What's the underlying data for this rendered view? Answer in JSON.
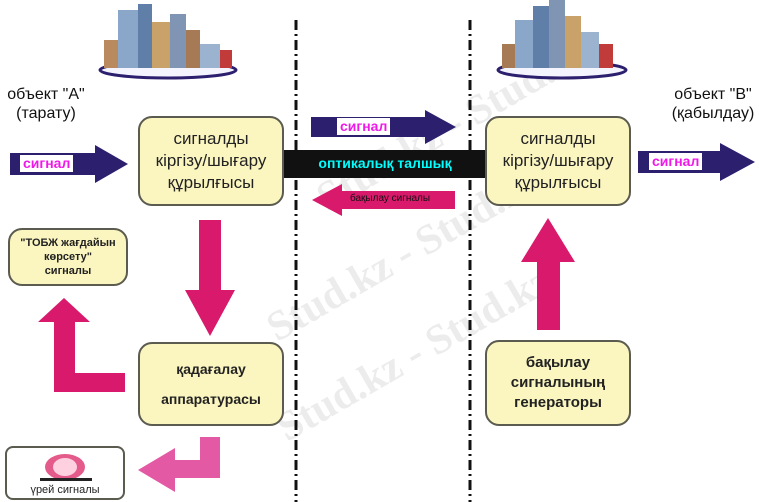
{
  "object_a": {
    "title": "объект \"А\"",
    "subtitle": "(тарату)"
  },
  "object_b": {
    "title": "объект \"В\"",
    "subtitle": "(қабылдау)"
  },
  "left_device": {
    "line1": "сигналды",
    "line2": "кіргізу/шығару",
    "line3": "құрылғысы"
  },
  "right_device": {
    "line1": "сигналды",
    "line2": "кіргізу/шығару",
    "line3": "құрылғысы"
  },
  "signal_label": "сигнал",
  "fiber_label": "оптикалық талшық",
  "control_signal_label": "бақылау сигналы",
  "tobzh_box": {
    "line1": "\"ТОБЖ жағдайын",
    "line2": "көрсету\"",
    "line3": "сигналы"
  },
  "monitor_box": {
    "line1": "қадағалау",
    "line2": "аппаратурасы"
  },
  "generator_box": {
    "line1": "бақылау",
    "line2": "сигналының",
    "line3": "генераторы"
  },
  "alarm_box": {
    "label": "үрей сигналы"
  },
  "watermark": "Stud.kz - Stud.kz",
  "colors": {
    "navy": "#2c1f6e",
    "magenta": "#d8196c",
    "box_fill": "#fbf6c0",
    "signal_text": "#f018e8",
    "fiber_text": "#00ffff"
  }
}
